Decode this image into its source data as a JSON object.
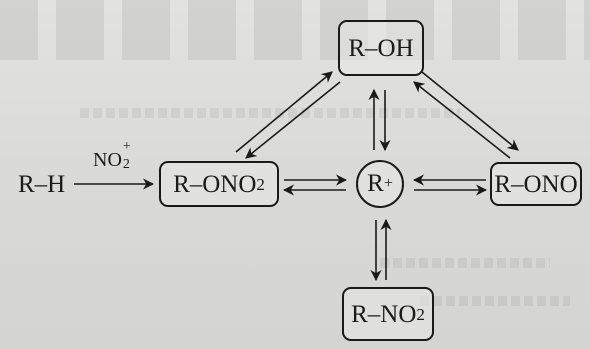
{
  "nodes": {
    "r_h": "R–H",
    "reagent_base": "NO",
    "reagent_sub": "2",
    "reagent_sup": "+",
    "r_ono2_base": "R–ONO",
    "r_ono2_sub": "2",
    "r_oh": "R–OH",
    "cation_base": "R",
    "cation_sup": "+",
    "r_ono": "R–ONO",
    "r_no2_base": "R–NO",
    "r_no2_sub": "2"
  }
}
